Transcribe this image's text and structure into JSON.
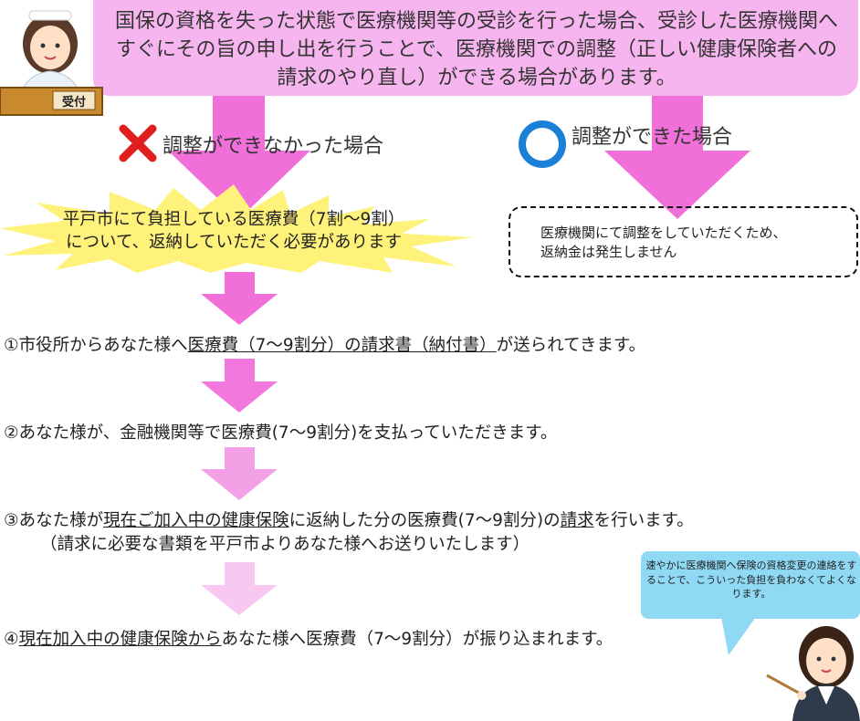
{
  "header": {
    "reception_sign": "受付",
    "explanation": "国保の資格を失った状態で医療機関等の受診を行った場合、受診した医療機関へすぐにその旨の申し出を行うことで、医療機関での調整（正しい健康保険者への請求のやり直し）ができる場合があります。"
  },
  "branches": {
    "not_adjusted": {
      "label": "調整ができなかった場合",
      "message_line1": "平戸市にて負担している医療費（7割～9割）",
      "message_line2": "について、返納していただく必要があります"
    },
    "adjusted": {
      "label": "調整ができた場合",
      "message_line1": "医療機関にて調整をしていただくため、",
      "message_line2": "返納金は発生しません"
    }
  },
  "steps": {
    "step1": {
      "prefix": "①市役所からあなた様へ",
      "underlined": "医療費（7～9割分）の請求書（納付書）",
      "suffix": "が送られてきます。"
    },
    "step2": {
      "text": "②あなた様が、金融機関等で医療費(7～9割分)を支払っていただきます。"
    },
    "step3": {
      "prefix": "③あなた様が",
      "underlined1": "現在ご加入中の健康保険",
      "middle": "に返納した分の医療費(7～9割分)の",
      "underlined2": "請求",
      "suffix": "を行います。",
      "note": "（請求に必要な書類を平戸市よりあなた様へお送りいたします）"
    },
    "step4": {
      "prefix": "④",
      "underlined": "現在加入中の健康保険から",
      "suffix": "あなた様へ医療費（7～9割分）が振り込まれます。"
    }
  },
  "advice": {
    "text": "速やかに医療機関へ保険の資格変更の連絡をすることで、こういった負担を負わなくてよくなります。"
  },
  "colors": {
    "banner_pink": "#f7b5ef",
    "arrow_magenta": "#f06fd9",
    "arrow_pink": "#f4a0e6",
    "arrow_light": "#f8c8f0",
    "cross_red": "#e01e1e",
    "circle_blue": "#1a7fd6",
    "burst_yellow": "#fff27a",
    "bubble_blue": "#8fd9f5"
  }
}
